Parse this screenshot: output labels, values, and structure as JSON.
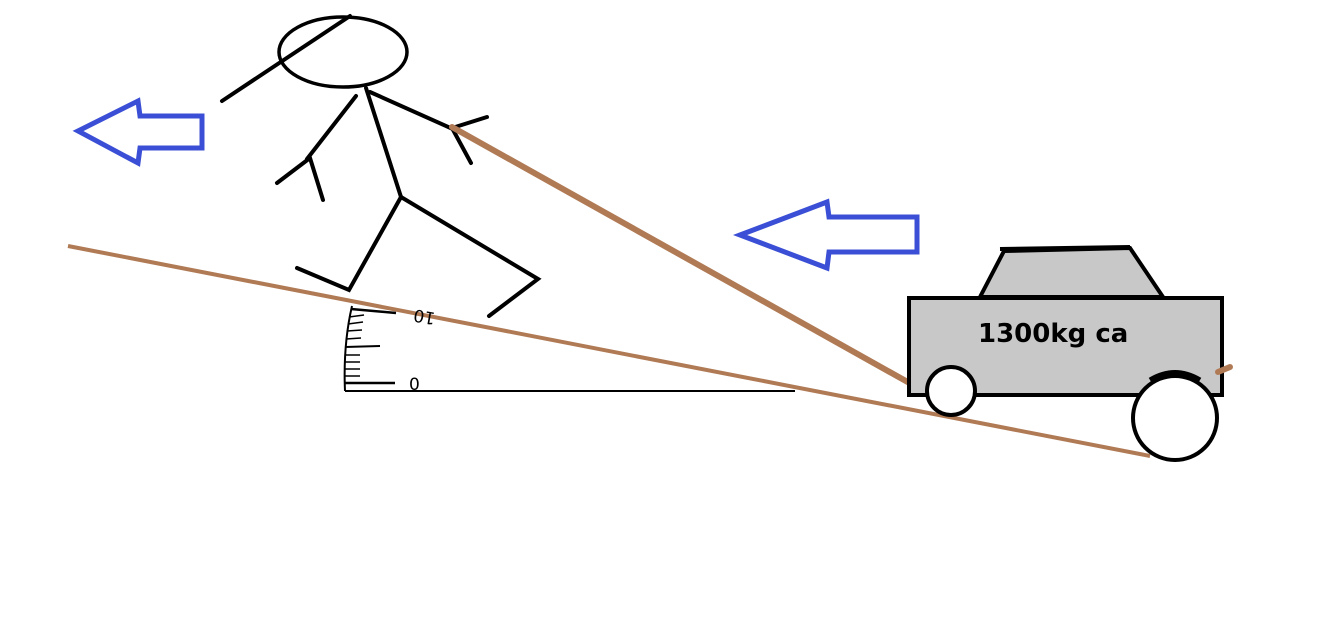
{
  "car": {
    "label": "1300kg ca",
    "body_color": "#c8c8c8"
  },
  "protractor": {
    "tick_zero": "0",
    "tick_ten": "10"
  },
  "colors": {
    "arrow": "#3b4fd6",
    "rope": "#b07a55",
    "slope": "#b07a55",
    "outline": "#000000"
  }
}
